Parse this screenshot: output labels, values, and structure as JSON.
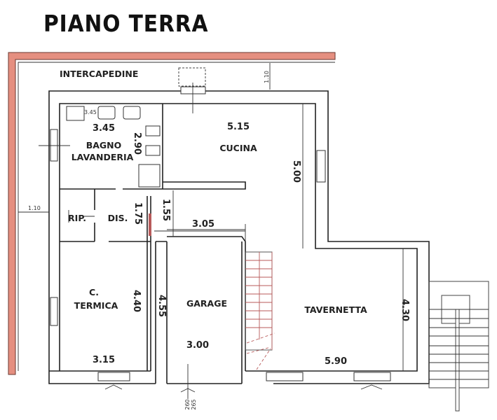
{
  "title": "PIANO TERRA",
  "rooms": {
    "intercapedine": "INTERCAPEDINE",
    "bagno_1": "BAGNO",
    "bagno_2": "LAVANDERIA",
    "cucina": "CUCINA",
    "rip": "RIP.",
    "dis": "DIS.",
    "termica_1": "C.",
    "termica_2": "TERMICA",
    "garage": "GARAGE",
    "tavernetta": "TAVERNETTA"
  },
  "dimensions": {
    "bagno_width": "3.45",
    "bagno_width_small": "3.45",
    "bagno_depth": "2.90",
    "cucina_width": "5.15",
    "cucina_depth": "5.00",
    "dis_depth": "1.75",
    "corridor_depth": "1.55",
    "corridor_width": "3.05",
    "termica_depth": "4.40",
    "termica_width": "3.15",
    "garage_depth": "4.55",
    "garage_width": "3.00",
    "tavernetta_depth": "4.30",
    "tavernetta_width": "5.90",
    "intercapedine_top": "1.10",
    "intercapedine_left": "1.10",
    "garage_door_1": "260",
    "garage_door_2": "265"
  },
  "colors": {
    "outer_band": "#e58f80",
    "wall": "#222222",
    "stairs": "#b85a5a"
  }
}
